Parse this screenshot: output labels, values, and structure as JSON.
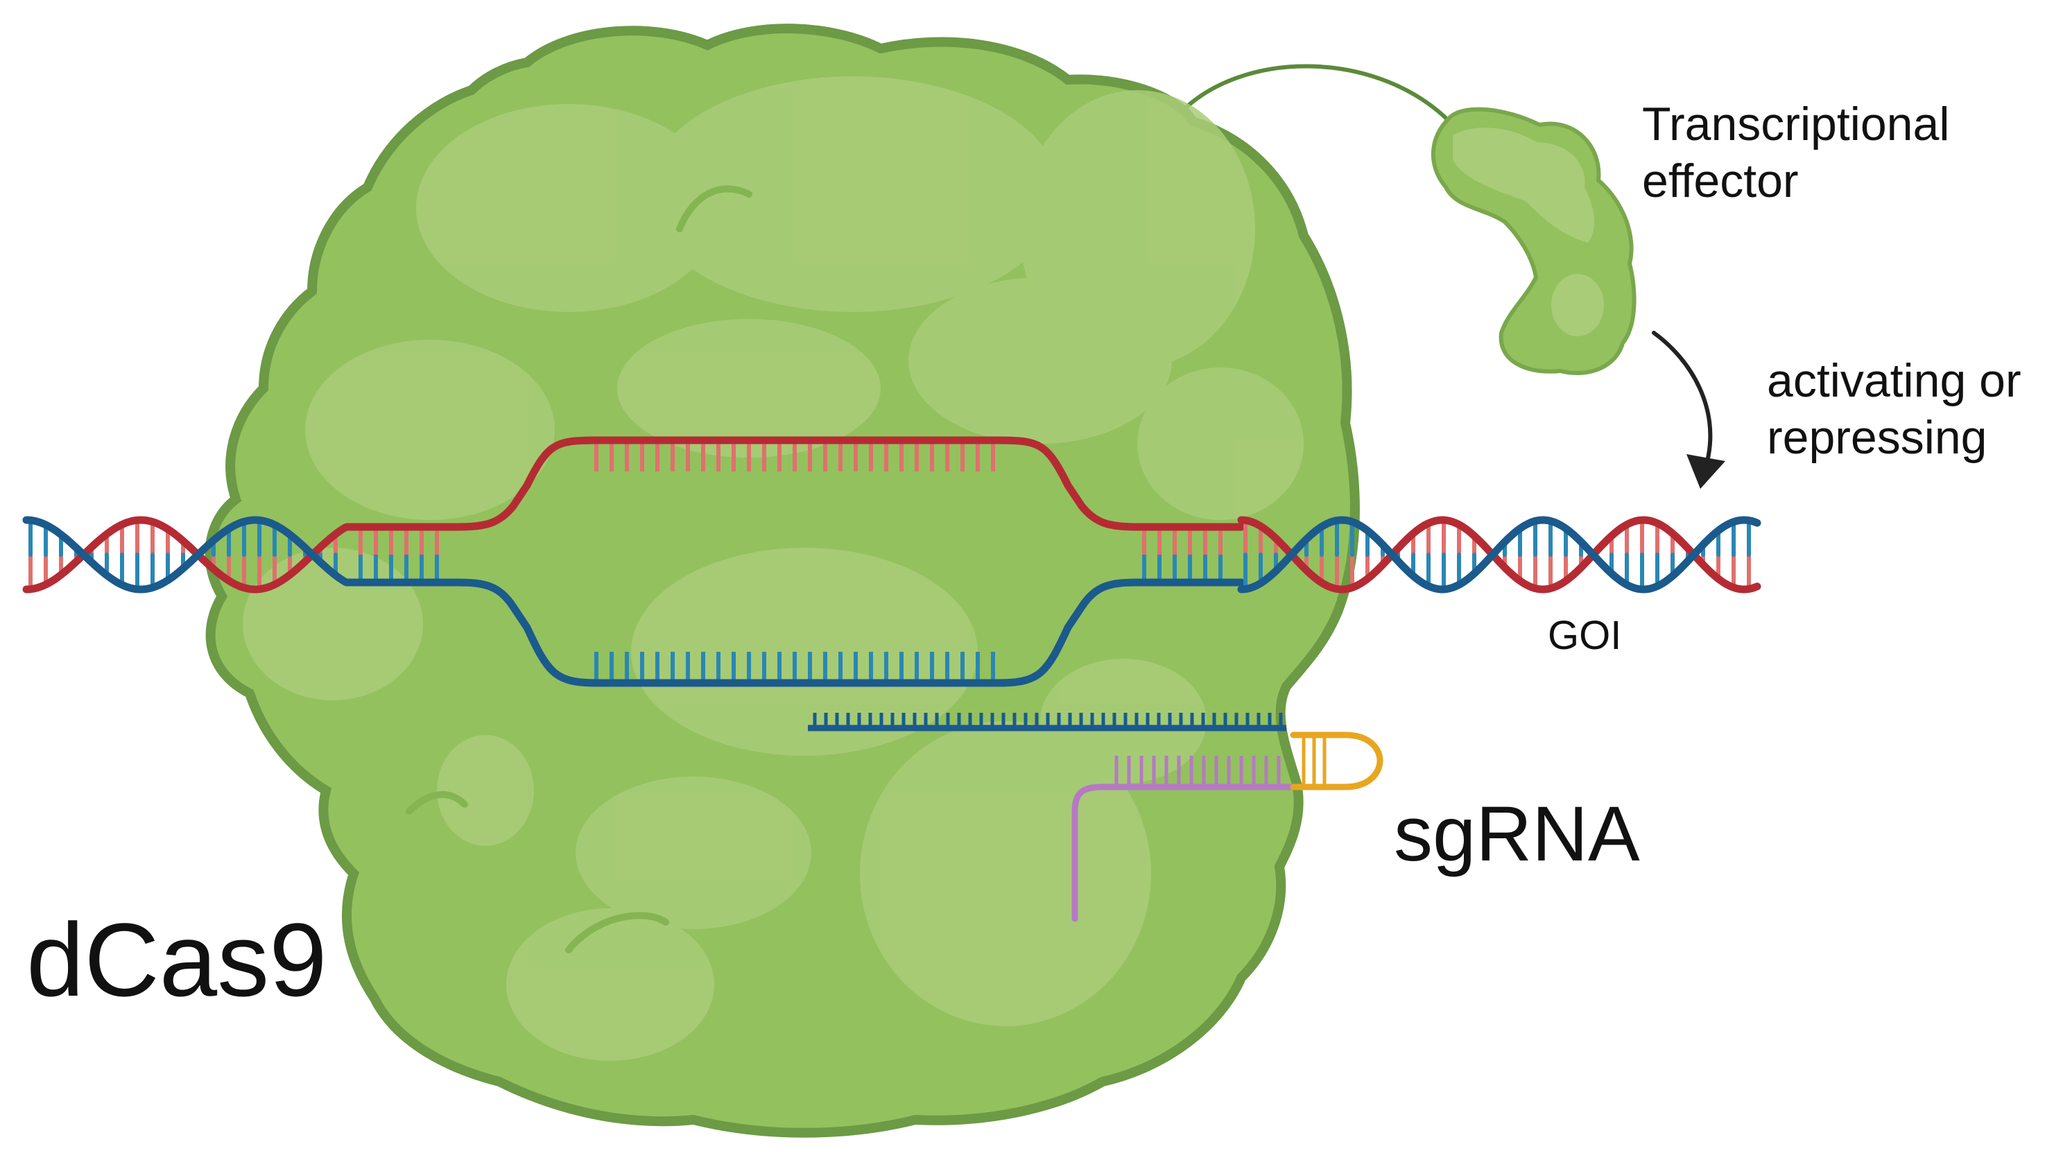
{
  "labels": {
    "protein": "dCas9",
    "guide": "sgRNA",
    "gene": "GOI",
    "effector_line1": "Transcriptional",
    "effector_line2": "effector",
    "action_line1": "activating or",
    "action_line2": "repressing"
  },
  "colors": {
    "protein_fill": "#93c15e",
    "protein_outline": "#6c9a45",
    "protein_lobe": "#a9cc78",
    "dna_strand_top": "#b52b33",
    "dna_strand_bottom": "#1b5a8c",
    "rung_top": "#e0706d",
    "rung_bottom": "#2a87b4",
    "rna_spacer": "#1b5a8c",
    "rna_scaffold": "#b57ac3",
    "rna_loop": "#e8a620",
    "arrow": "#222222"
  },
  "icons": {
    "effector": "transcriptional-effector-protein-icon",
    "connector": "flexible-linker-icon",
    "arrow": "curved-arrow-icon"
  }
}
